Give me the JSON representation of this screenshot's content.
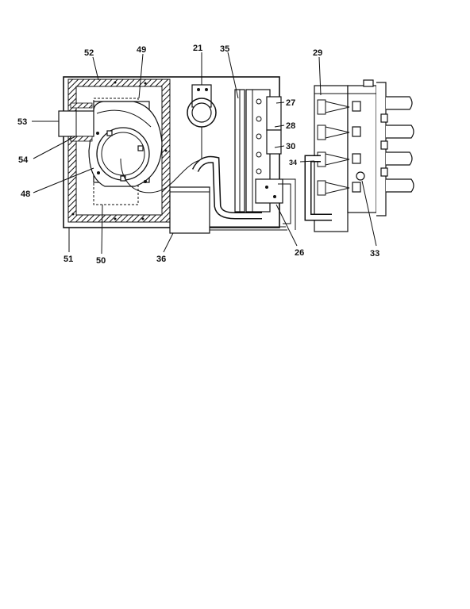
{
  "header": {
    "left": "",
    "center": "",
    "right": ""
  },
  "callouts": {
    "c52": "52",
    "c49": "49",
    "c21": "21",
    "c35": "35",
    "c29": "29",
    "c27": "27",
    "c28": "28",
    "c30": "30",
    "c53": "53",
    "c54": "54",
    "c34": "34",
    "c48": "48",
    "c51": "51",
    "c50": "50",
    "c36": "36",
    "c26": "26",
    "c33": "33"
  }
}
